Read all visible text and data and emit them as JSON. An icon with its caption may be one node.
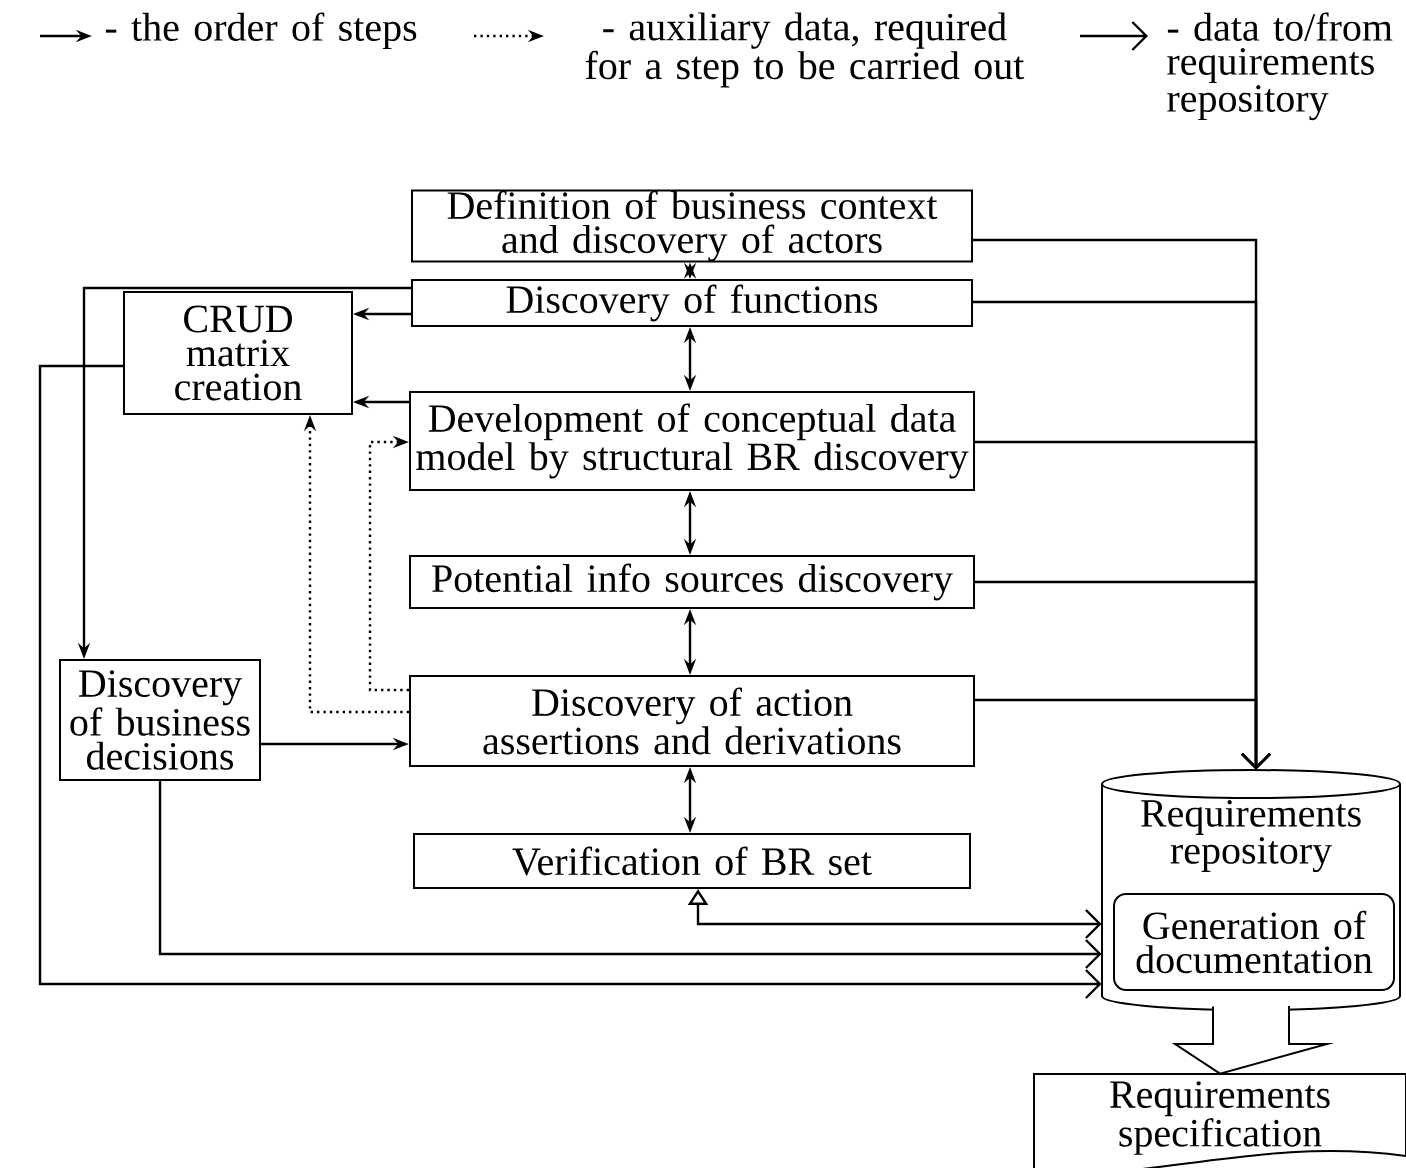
{
  "diagram": {
    "nodes": [
      {
        "text": [
          "Definition of business context and discovery of actors"
        ]
      },
      {
        "text": [
          "Discovery of functions"
        ]
      },
      {
        "text": [
          "CRUD matrix creation"
        ]
      },
      {
        "text": [
          "Development of conceptual data model by structural BR discovery"
        ]
      },
      {
        "text": [
          "Potential info sources discovery"
        ]
      },
      {
        "text": [
          "Discovery of business decisions"
        ]
      },
      {
        "text": [
          "Discovery of action assertions and derivations"
        ]
      },
      {
        "text": [
          "Verification of BR set"
        ]
      },
      {
        "text": [
          "Requirements repository"
        ]
      },
      {
        "text": [
          "Generation of documentation"
        ],
        "in": 8
      },
      {
        "text": [
          "Requirements specification"
        ]
      }
    ],
    "edges": [
      {
        "from": 0,
        "to": 1,
        "arrow": "both"
      },
      {
        "from": 1,
        "to": 3,
        "arrow": "both"
      },
      {
        "from": 3,
        "to": 4,
        "arrow": "both"
      },
      {
        "from": 4,
        "to": 6,
        "arrow": "both"
      },
      {
        "from": 6,
        "to": 7,
        "arrow": "both"
      },
      {
        "from": 1,
        "to": 2,
        "arrow": "to"
      },
      {
        "from": 3,
        "to": 2,
        "arrow": "to"
      },
      {
        "from": 1,
        "to": 5,
        "arrow": "to"
      },
      {
        "from": 6,
        "to": 2,
        "arrow": "to",
        "style": "dashed"
      },
      {
        "from": 6,
        "to": 3,
        "arrow": "to",
        "style": "dashed"
      },
      {
        "from": 5,
        "to": 6,
        "arrow": "to"
      },
      {
        "from": 0,
        "to": 8,
        "arrow": "to"
      },
      {
        "from": 1,
        "to": 8,
        "arrow": "to"
      },
      {
        "from": 3,
        "to": 8,
        "arrow": "to"
      },
      {
        "from": 4,
        "to": 8,
        "arrow": "to"
      },
      {
        "from": 6,
        "to": 8,
        "arrow": "to"
      },
      {
        "from": 7,
        "to": 8,
        "arrow": "both"
      },
      {
        "from": 5,
        "to": 8,
        "arrow": "to"
      },
      {
        "from": 2,
        "to": 8,
        "arrow": "to"
      },
      {
        "from": 8,
        "to": 10,
        "arrow": "to",
        "style": "thick"
      }
    ],
    "legend": [
      {
        "text": "- the order of steps"
      },
      {
        "text": "- auxiliary data, required for a step to be carried out"
      },
      {
        "text": "- data to/from requirements repository"
      }
    ]
  }
}
